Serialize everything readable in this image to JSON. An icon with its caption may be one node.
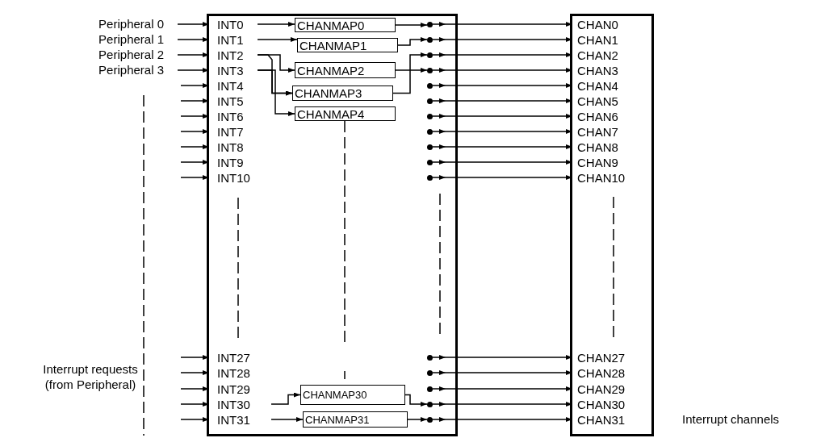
{
  "diagram": {
    "nodes": [
      {
        "text": [],
        "shape": "box"
      },
      {
        "text": [
          "INT0"
        ],
        "in": 0
      },
      {
        "text": [
          "INT1"
        ],
        "in": 0
      },
      {
        "text": [
          "INT2"
        ],
        "in": 0
      },
      {
        "text": [
          "INT3"
        ],
        "in": 0
      },
      {
        "text": [
          "INT4"
        ],
        "in": 0
      },
      {
        "text": [
          "INT5"
        ],
        "in": 0
      },
      {
        "text": [
          "INT6"
        ],
        "in": 0
      },
      {
        "text": [
          "INT7"
        ],
        "in": 0
      },
      {
        "text": [
          "INT8"
        ],
        "in": 0
      },
      {
        "text": [
          "INT9"
        ],
        "in": 0
      },
      {
        "text": [
          "INT10"
        ],
        "in": 0
      },
      {
        "text": [
          "INT27"
        ],
        "in": 0
      },
      {
        "text": [
          "INT28"
        ],
        "in": 0
      },
      {
        "text": [
          "INT29"
        ],
        "in": 0
      },
      {
        "text": [
          "INT30"
        ],
        "in": 0
      },
      {
        "text": [
          "INT31"
        ],
        "in": 0
      },
      {
        "text": [
          "CHANMAP0"
        ],
        "in": 0
      },
      {
        "text": [
          "CHANMAP1"
        ],
        "in": 0
      },
      {
        "text": [
          "CHANMAP2"
        ],
        "in": 0
      },
      {
        "text": [
          "CHANMAP3"
        ],
        "in": 0
      },
      {
        "text": [
          "CHANMAP4"
        ],
        "in": 0
      },
      {
        "text": [
          "CHANMAP30"
        ],
        "in": 0
      },
      {
        "text": [
          "CHANMAP31"
        ],
        "in": 0
      },
      {
        "text": [],
        "shape": "circle",
        "in": 0
      },
      {
        "text": [],
        "shape": "circle",
        "in": 0
      },
      {
        "text": [],
        "shape": "circle",
        "in": 0
      },
      {
        "text": [],
        "shape": "circle",
        "in": 0
      },
      {
        "text": [],
        "shape": "circle",
        "in": 0
      },
      {
        "text": [],
        "shape": "circle",
        "in": 0
      },
      {
        "text": [],
        "shape": "circle",
        "in": 0
      },
      {
        "text": [],
        "shape": "circle",
        "in": 0
      },
      {
        "text": [],
        "shape": "circle",
        "in": 0
      },
      {
        "text": [],
        "shape": "circle",
        "in": 0
      },
      {
        "text": [],
        "shape": "circle",
        "in": 0
      },
      {
        "text": [],
        "shape": "circle",
        "in": 0
      },
      {
        "text": [],
        "shape": "circle",
        "in": 0
      },
      {
        "text": [],
        "shape": "circle",
        "in": 0
      },
      {
        "text": [],
        "shape": "circle",
        "in": 0
      },
      {
        "text": [],
        "shape": "circle",
        "in": 0
      },
      {
        "text": [],
        "shape": "box"
      },
      {
        "text": [
          "CHAN0"
        ],
        "in": 40
      },
      {
        "text": [
          "CHAN1"
        ],
        "in": 40
      },
      {
        "text": [
          "CHAN2"
        ],
        "in": 40
      },
      {
        "text": [
          "CHAN3"
        ],
        "in": 40
      },
      {
        "text": [
          "CHAN4"
        ],
        "in": 40
      },
      {
        "text": [
          "CHAN5"
        ],
        "in": 40
      },
      {
        "text": [
          "CHAN6"
        ],
        "in": 40
      },
      {
        "text": [
          "CHAN7"
        ],
        "in": 40
      },
      {
        "text": [
          "CHAN8"
        ],
        "in": 40
      },
      {
        "text": [
          "CHAN9"
        ],
        "in": 40
      },
      {
        "text": [
          "CHAN10"
        ],
        "in": 40
      },
      {
        "text": [
          "CHAN27"
        ],
        "in": 40
      },
      {
        "text": [
          "CHAN28"
        ],
        "in": 40
      },
      {
        "text": [
          "CHAN29"
        ],
        "in": 40
      },
      {
        "text": [
          "CHAN30"
        ],
        "in": 40
      },
      {
        "text": [
          "CHAN31"
        ],
        "in": 40
      },
      {
        "text": [
          "Peripheral 0"
        ]
      },
      {
        "text": [
          "Peripheral 1"
        ]
      },
      {
        "text": [
          "Peripheral 2"
        ]
      },
      {
        "text": [
          "Peripheral 3"
        ]
      }
    ],
    "edges": [
      {
        "from": 57,
        "to": 1,
        "arrow": "to"
      },
      {
        "from": 58,
        "to": 2,
        "arrow": "to"
      },
      {
        "from": 59,
        "to": 3,
        "arrow": "to"
      },
      {
        "from": 60,
        "to": 4,
        "arrow": "to"
      },
      {
        "from": null,
        "to": 5,
        "arrow": "to"
      },
      {
        "from": null,
        "to": 6,
        "arrow": "to"
      },
      {
        "from": null,
        "to": 7,
        "arrow": "to"
      },
      {
        "from": null,
        "to": 8,
        "arrow": "to"
      },
      {
        "from": null,
        "to": 9,
        "arrow": "to"
      },
      {
        "from": null,
        "to": 10,
        "arrow": "to"
      },
      {
        "from": null,
        "to": 11,
        "arrow": "to"
      },
      {
        "from": null,
        "to": 12,
        "arrow": "to"
      },
      {
        "from": null,
        "to": 13,
        "arrow": "to"
      },
      {
        "from": null,
        "to": 14,
        "arrow": "to"
      },
      {
        "from": null,
        "to": 15,
        "arrow": "to"
      },
      {
        "from": null,
        "to": 16,
        "arrow": "to"
      },
      {
        "from": 1,
        "to": 17,
        "arrow": "to"
      },
      {
        "from": 2,
        "to": 18,
        "arrow": "to"
      },
      {
        "from": 3,
        "to": 19,
        "arrow": "to"
      },
      {
        "from": 3,
        "to": 20,
        "arrow": "to"
      },
      {
        "from": 4,
        "to": 20,
        "arrow": "to"
      },
      {
        "from": 4,
        "to": 21,
        "arrow": "to"
      },
      {
        "from": 15,
        "to": 22,
        "arrow": "to"
      },
      {
        "from": 16,
        "to": 23,
        "arrow": "to"
      },
      {
        "from": 17,
        "to": 24,
        "arrow": "to"
      },
      {
        "from": 18,
        "to": 25,
        "arrow": "to"
      },
      {
        "from": 19,
        "to": 27,
        "arrow": "to"
      },
      {
        "from": 20,
        "to": 26,
        "arrow": "to"
      },
      {
        "from": 22,
        "to": 38,
        "arrow": "to"
      },
      {
        "from": 23,
        "to": 39,
        "arrow": "to"
      },
      {
        "from": 24,
        "to": 41,
        "arrow": "to"
      },
      {
        "from": 25,
        "to": 42,
        "arrow": "to"
      },
      {
        "from": 26,
        "to": 43,
        "arrow": "to"
      },
      {
        "from": 27,
        "to": 44,
        "arrow": "to"
      },
      {
        "from": 28,
        "to": 45,
        "arrow": "to"
      },
      {
        "from": 29,
        "to": 46,
        "arrow": "to"
      },
      {
        "from": 30,
        "to": 47,
        "arrow": "to"
      },
      {
        "from": 31,
        "to": 48,
        "arrow": "to"
      },
      {
        "from": 32,
        "to": 49,
        "arrow": "to"
      },
      {
        "from": 33,
        "to": 50,
        "arrow": "to"
      },
      {
        "from": 34,
        "to": 51,
        "arrow": "to"
      },
      {
        "from": 35,
        "to": 52,
        "arrow": "to"
      },
      {
        "from": 36,
        "to": 53,
        "arrow": "to"
      },
      {
        "from": 37,
        "to": 54,
        "arrow": "to"
      },
      {
        "from": 38,
        "to": 55,
        "arrow": "to"
      },
      {
        "from": 39,
        "to": 56,
        "arrow": "to"
      }
    ],
    "labels": [
      "Interrupt requests (from Peripheral)",
      "Interrupt channels"
    ]
  }
}
